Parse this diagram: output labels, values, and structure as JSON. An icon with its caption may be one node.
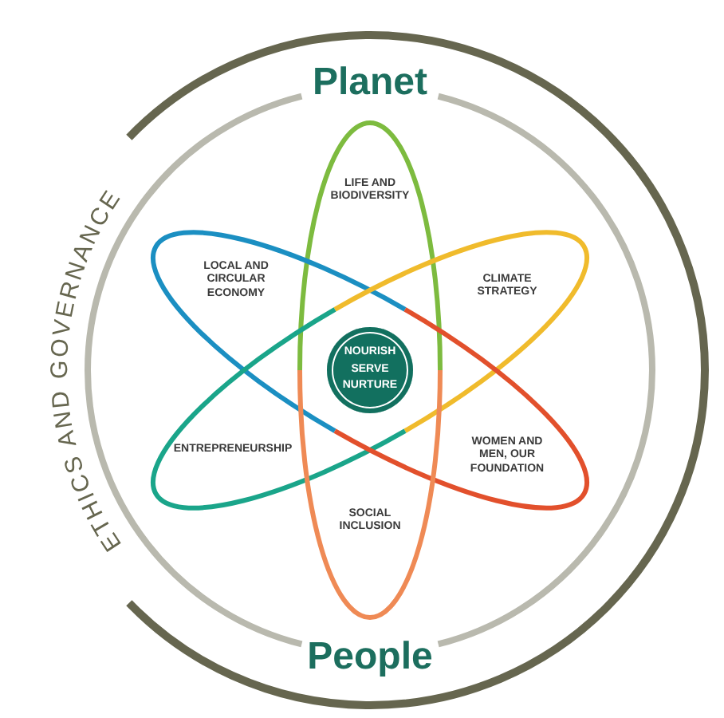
{
  "diagram": {
    "nodes": [
      {
        "text": [
          "LIFE AND BIODIVERSITY"
        ]
      },
      {
        "text": [
          "LOCAL AND CIRCULAR ECONOMY"
        ]
      },
      {
        "text": [
          "CLIMATE STRATEGY"
        ]
      },
      {
        "text": [
          "NOURISH SERVE NURTURE"
        ]
      },
      {
        "text": [
          "ENTREPRENEURSHIP"
        ]
      },
      {
        "text": [
          "WOMEN AND MEN, OUR FOUNDATION"
        ]
      },
      {
        "text": [
          "SOCIAL INCLUSION"
        ]
      }
    ],
    "labels": [
      "Planet",
      "ETHICS AND GOVERNANCE",
      "People"
    ]
  }
}
